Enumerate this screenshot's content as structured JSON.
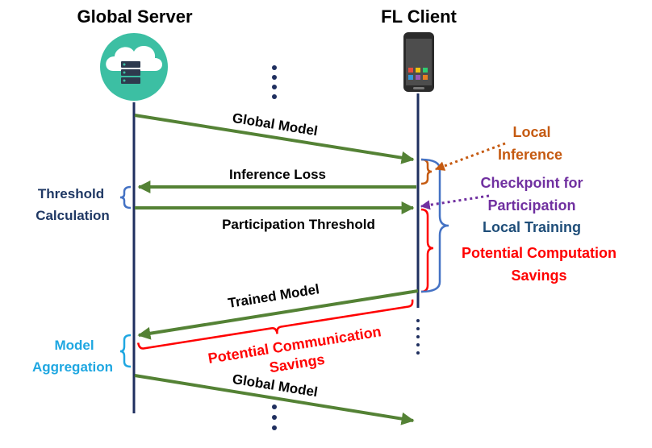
{
  "titles": {
    "server": "Global Server",
    "client": "FL Client"
  },
  "messages": {
    "global_model_1": "Global Model",
    "inference_loss": "Inference Loss",
    "participation_threshold": "Participation Threshold",
    "trained_model": "Trained Model",
    "global_model_2": "Global Model"
  },
  "server_steps": {
    "threshold_calc_line1": "Threshold",
    "threshold_calc_line2": "Calculation",
    "model_agg_line1": "Model",
    "model_agg_line2": "Aggregation"
  },
  "client_steps": {
    "local_inference_line1": "Local",
    "local_inference_line2": "Inference",
    "checkpoint_line1": "Checkpoint for",
    "checkpoint_line2": "Participation",
    "local_training": "Local Training",
    "comp_savings_line1": "Potential Computation",
    "comp_savings_line2": "Savings"
  },
  "comm_savings": {
    "line1": "Potential Communication",
    "line2": "Savings"
  },
  "colors": {
    "lifeline": "#1f2f5f",
    "arrow": "#548235",
    "inference": "#c55a11",
    "checkpoint": "#7030a0",
    "training": "#1f4e79",
    "brace_blue": "#4472c4",
    "savings": "#ff0000",
    "server_label": "#1f3864",
    "agg_label": "#1fa7e1",
    "icon_bg": "#3cbfa3"
  },
  "icons": {
    "server": "cloud-server-icon",
    "client": "smartphone-icon"
  }
}
